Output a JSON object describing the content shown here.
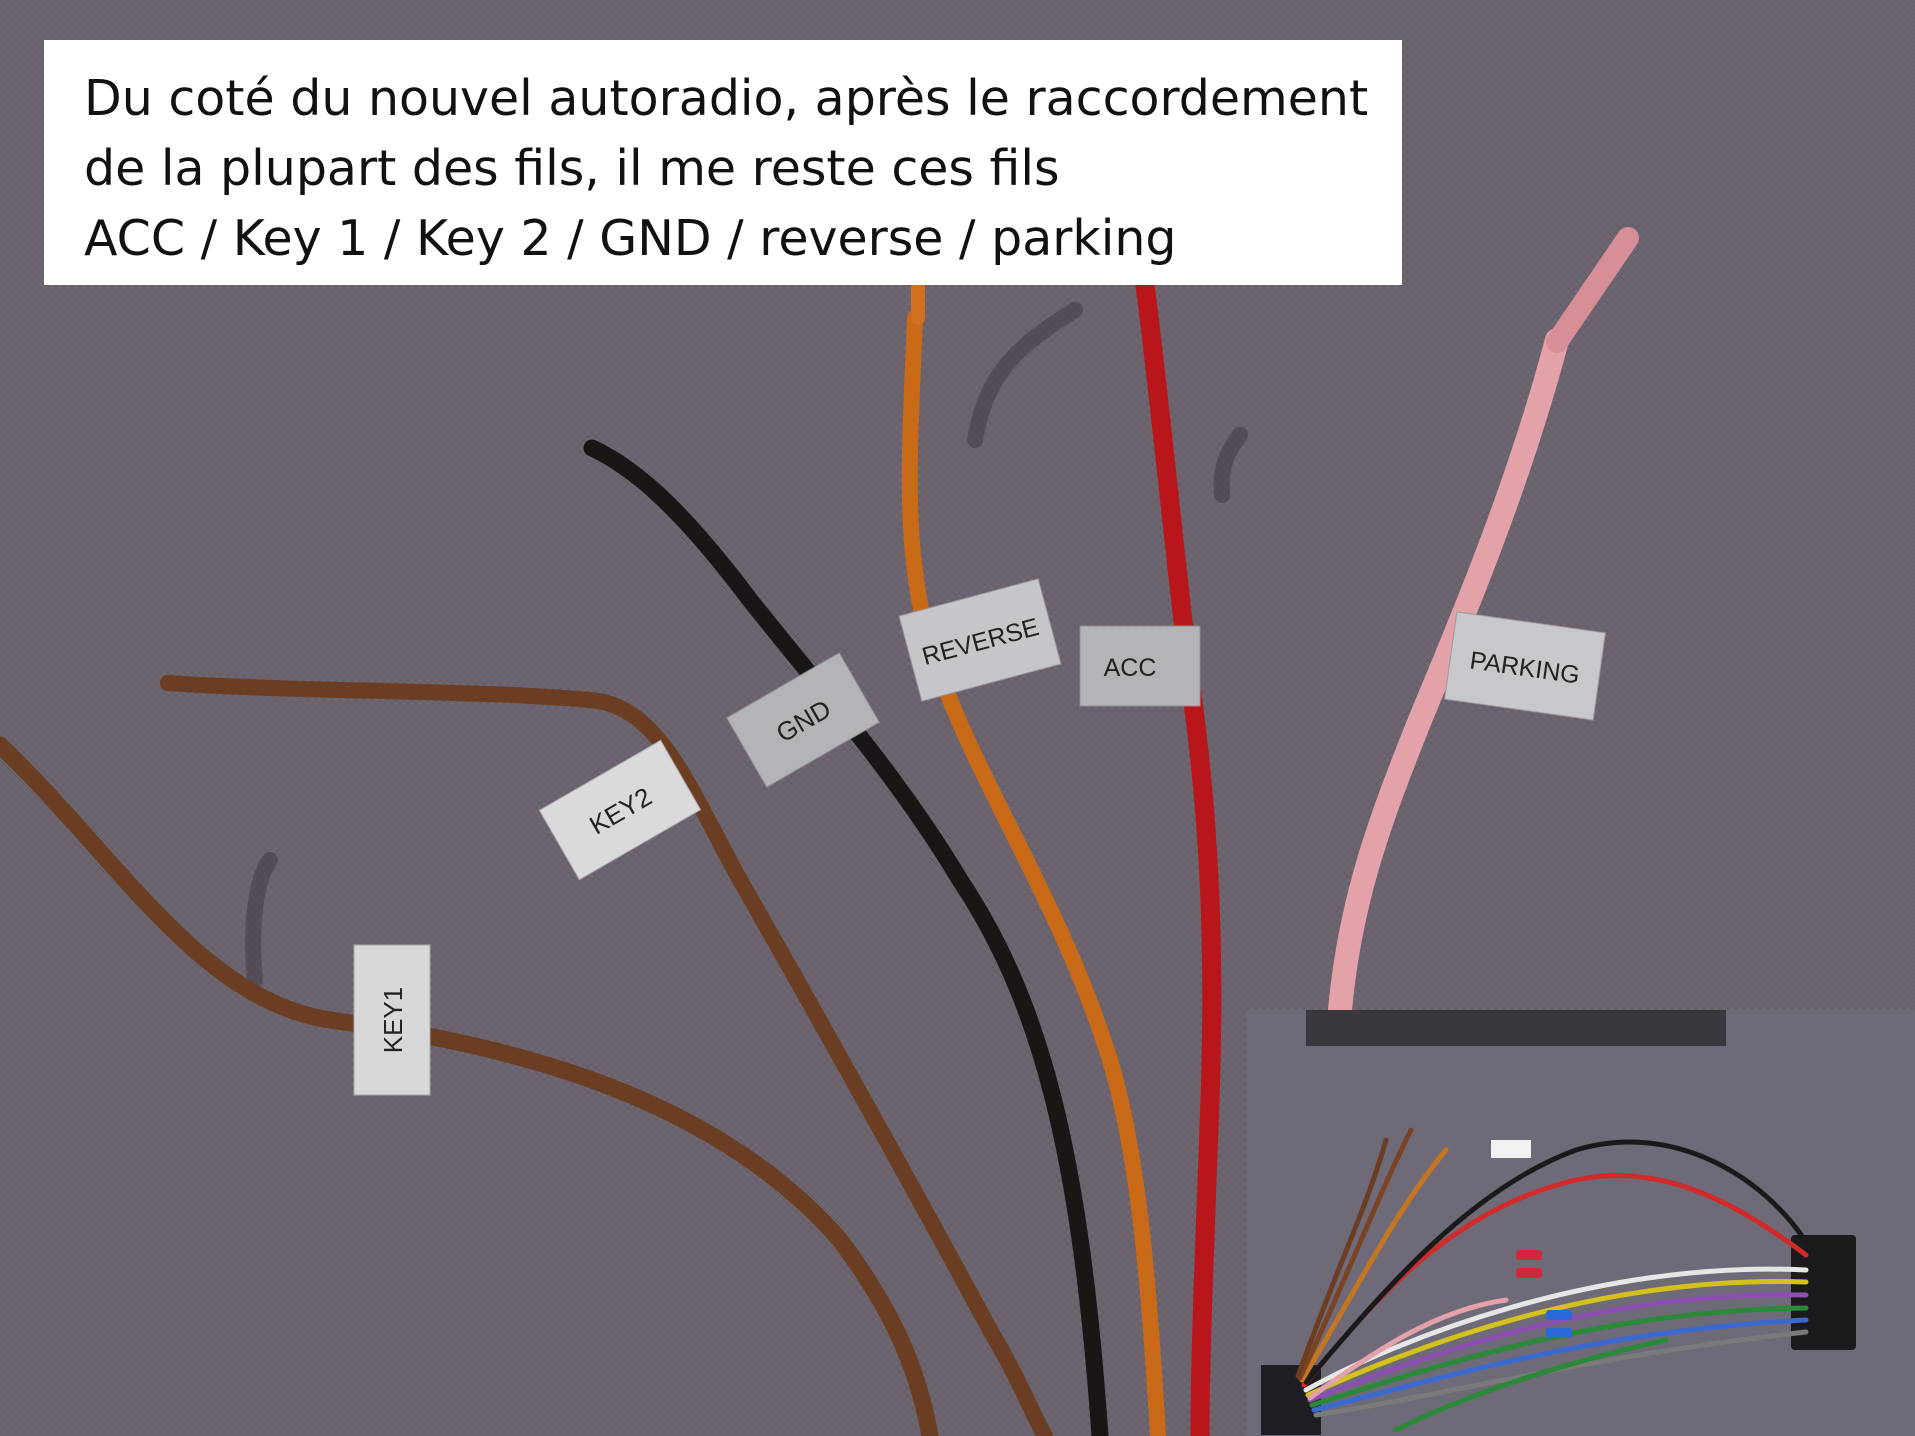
{
  "caption": {
    "line1": "Du coté du nouvel autoradio, après le raccordement",
    "line2": "de la plupart des fils, il me reste ces fils",
    "line3": "ACC / Key 1 / Key 2 / GND / reverse / parking"
  },
  "labels": {
    "key1": "KEY1",
    "key2": "KEY2",
    "gnd": "GND",
    "reverse": "REVERSE",
    "acc": "ACC",
    "parking": "PARKING"
  },
  "colors": {
    "background": "#6e6670",
    "brown_wire": "#6b3d22",
    "black_wire": "#1a1616",
    "orange_wire": "#c96a18",
    "red_wire": "#b8161a",
    "pink_wire": "#e3a1a8",
    "tape": "#b9b9bd"
  }
}
